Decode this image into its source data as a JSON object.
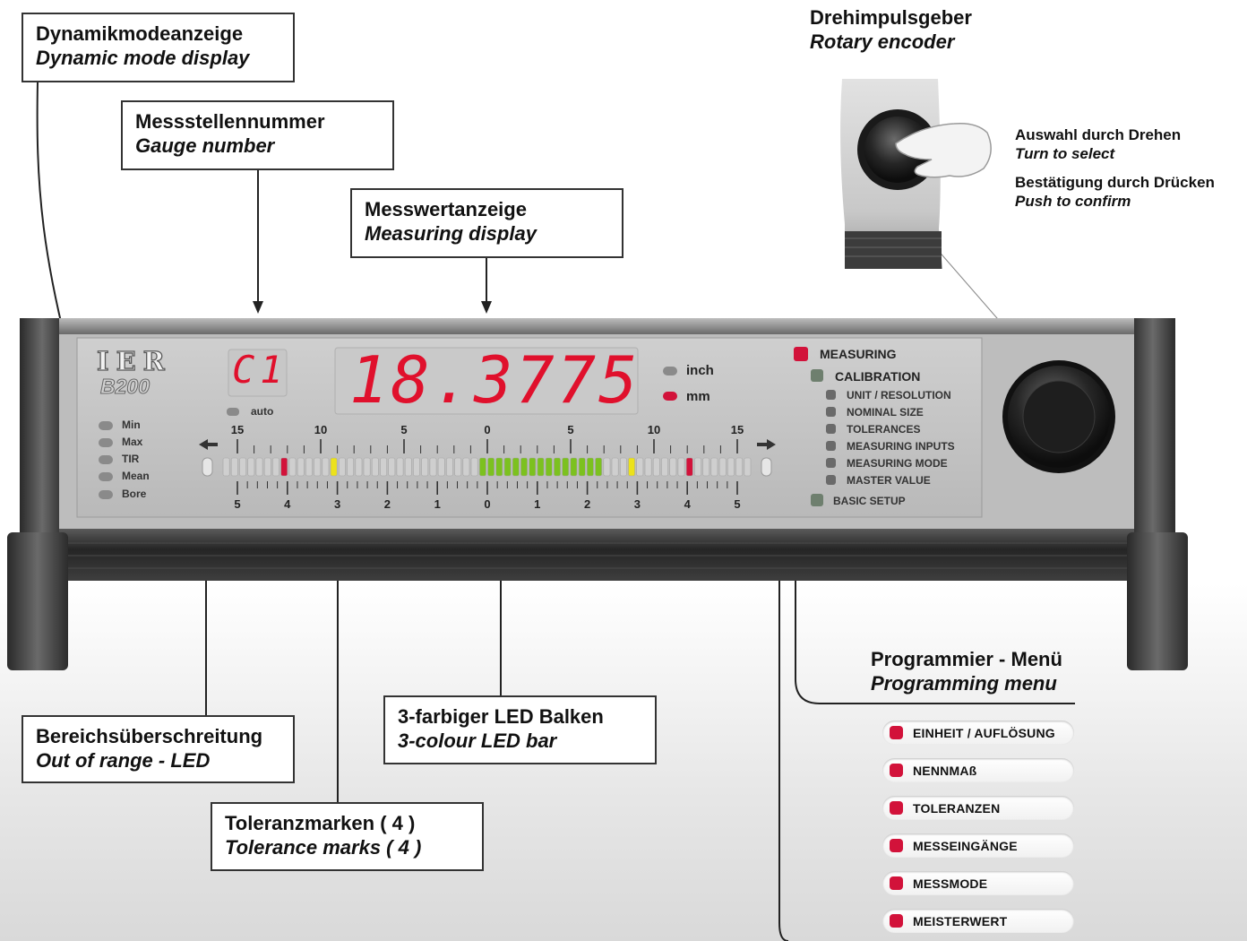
{
  "callouts": {
    "dynamic_mode": {
      "de": "Dynamikmodeanzeige",
      "en": "Dynamic mode display"
    },
    "gauge_number": {
      "de": "Messstellennummer",
      "en": "Gauge number"
    },
    "measuring_display": {
      "de": "Messwertanzeige",
      "en": "Measuring display"
    },
    "rotary_encoder": {
      "de": "Drehimpulsgeber",
      "en": "Rotary encoder"
    },
    "select": {
      "de": "Auswahl durch Drehen",
      "en": "Turn to select"
    },
    "confirm": {
      "de": "Bestätigung durch Drücken",
      "en": "Push to confirm"
    },
    "out_of_range": {
      "de": "Bereichsüberschreitung",
      "en": "Out of range - LED"
    },
    "led_bar": {
      "de": "3-farbiger LED Balken",
      "en": "3-colour LED bar"
    },
    "tolerance_marks": {
      "de": "Toleranzmarken ( 4 )",
      "en": "Tolerance marks ( 4 )"
    },
    "programming_menu": {
      "de": "Programmier - Menü",
      "en": "Programming menu"
    }
  },
  "device": {
    "logo": "IER",
    "model": "B200",
    "gauge_display": "C1",
    "auto_label": "auto",
    "value_display": "18.3775",
    "units": [
      "inch",
      "mm"
    ],
    "active_unit": "mm",
    "dynamic_modes": [
      "Min",
      "Max",
      "TIR",
      "Mean",
      "Bore"
    ],
    "scale_top": [
      "15",
      "10",
      "5",
      "0",
      "5",
      "10",
      "15"
    ],
    "scale_bottom": [
      "5",
      "4",
      "3",
      "2",
      "1",
      "0",
      "1",
      "2",
      "3",
      "4",
      "5"
    ],
    "modes": {
      "measuring": "MEASURING",
      "calibration": "CALIBRATION",
      "basic_setup": "BASIC SETUP"
    },
    "calibration_items": [
      "UNIT / RESOLUTION",
      "NOMINAL SIZE",
      "TOLERANCES",
      "MEASURING INPUTS",
      "MEASURING MODE",
      "MASTER VALUE"
    ]
  },
  "german_menu": [
    "EINHEIT / AUFLÖSUNG",
    "NENNMAß",
    "TOLERANZEN",
    "MESSEINGÄNGE",
    "MESSMODE",
    "MEISTERWERT"
  ],
  "colors": {
    "led_red": "#d2123a",
    "led_green": "#7cc11f",
    "led_yellow": "#ece21b",
    "housing": "#3a3a3a"
  }
}
